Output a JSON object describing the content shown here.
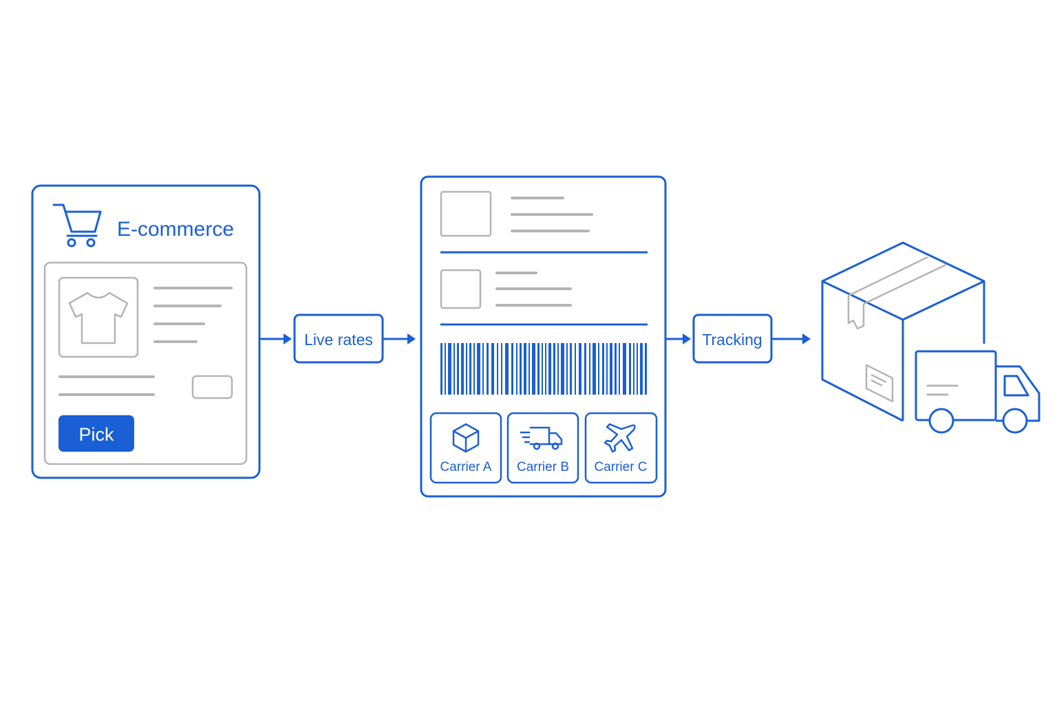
{
  "colors": {
    "accent": "#1a5fd6",
    "muted": "#b4b4b4",
    "background": "#ffffff"
  },
  "ecommerce": {
    "title": "E-commerce",
    "button_label": "Pick"
  },
  "flow": {
    "step1_label": "Live rates",
    "step2_label": "Tracking"
  },
  "label": {
    "carriers": [
      {
        "name": "Carrier A",
        "icon": "package-icon"
      },
      {
        "name": "Carrier B",
        "icon": "delivery-truck-icon"
      },
      {
        "name": "Carrier C",
        "icon": "airplane-icon"
      }
    ]
  }
}
